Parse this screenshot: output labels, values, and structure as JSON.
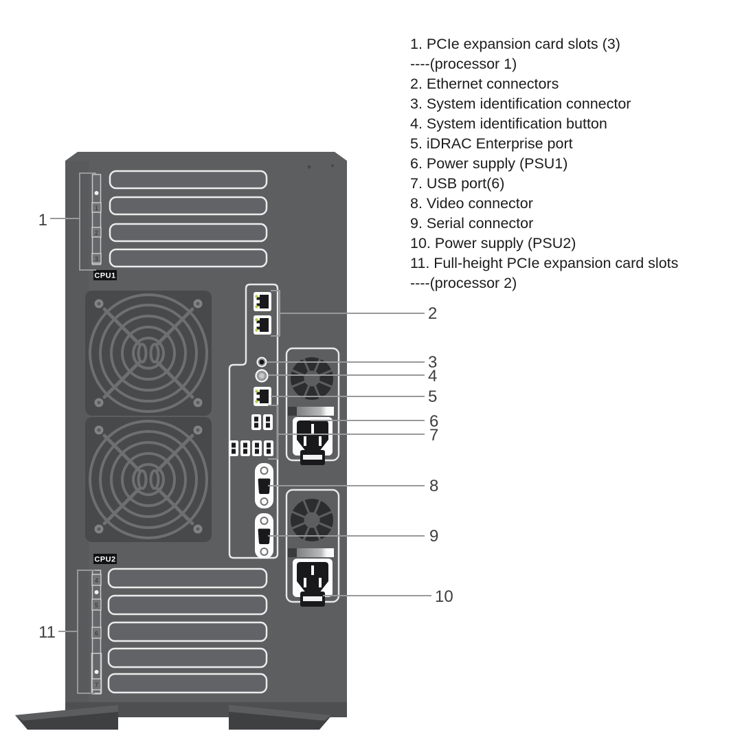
{
  "legend": {
    "items": [
      "1. PCIe expansion card slots (3)",
      "----(processor 1)",
      "2. Ethernet connectors",
      "3. System identification connector",
      "4. System identification button",
      "5. iDRAC Enterprise port",
      "6. Power supply (PSU1)",
      "7. USB port(6)",
      "8. Video connector",
      "9. Serial connector",
      "10. Power supply (PSU2)",
      "11. Full-height PCIe expansion card slots",
      "----(processor 2)"
    ]
  },
  "callouts": {
    "c1": "1",
    "c2": "2",
    "c3": "3",
    "c4": "4",
    "c5": "5",
    "c6": "6",
    "c7": "7",
    "c8": "8",
    "c9": "9",
    "c10": "10",
    "c11": "11"
  },
  "chassis_labels": {
    "cpu1": "CPU1",
    "cpu2": "CPU2"
  },
  "slot_tabs": {
    "top": [
      "1",
      "2",
      "3"
    ],
    "bottom": [
      "4",
      "5",
      "6",
      "7"
    ]
  },
  "colors": {
    "background": "#ffffff",
    "chassis_gray": "#5d5e60",
    "fan_plate": "#48494b",
    "fan_grille": "#6e6f71",
    "slot_outline": "#ececec",
    "port_white": "#fdfdfd",
    "port_black": "#19191b",
    "led_green": "#b4cf3f",
    "callout_line": "#97999b",
    "callout_text": "#3c3d3f",
    "legend_text": "#1b1b1c"
  }
}
